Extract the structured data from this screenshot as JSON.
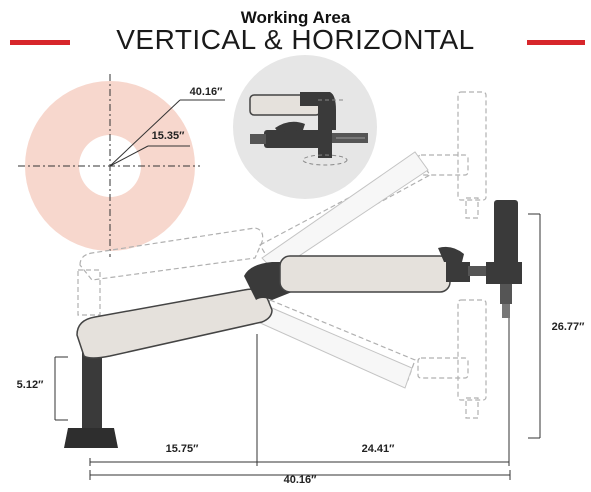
{
  "header": {
    "subtitle": "Working Area",
    "title": "VERTICAL & HORIZONTAL"
  },
  "colors": {
    "accent_rule": "#d7262b",
    "working_zone": "#f7d7cd",
    "arm_fill": "#e5e1dc",
    "dark_part": "#3a3a3a"
  },
  "dimensions": {
    "outer_radius": "40.16″",
    "inner_radius": "15.35″",
    "base_height": "5.12″",
    "first_segment": "15.75″",
    "second_segment": "24.41″",
    "total_reach": "40.16″",
    "vertical_range": "26.77″"
  }
}
